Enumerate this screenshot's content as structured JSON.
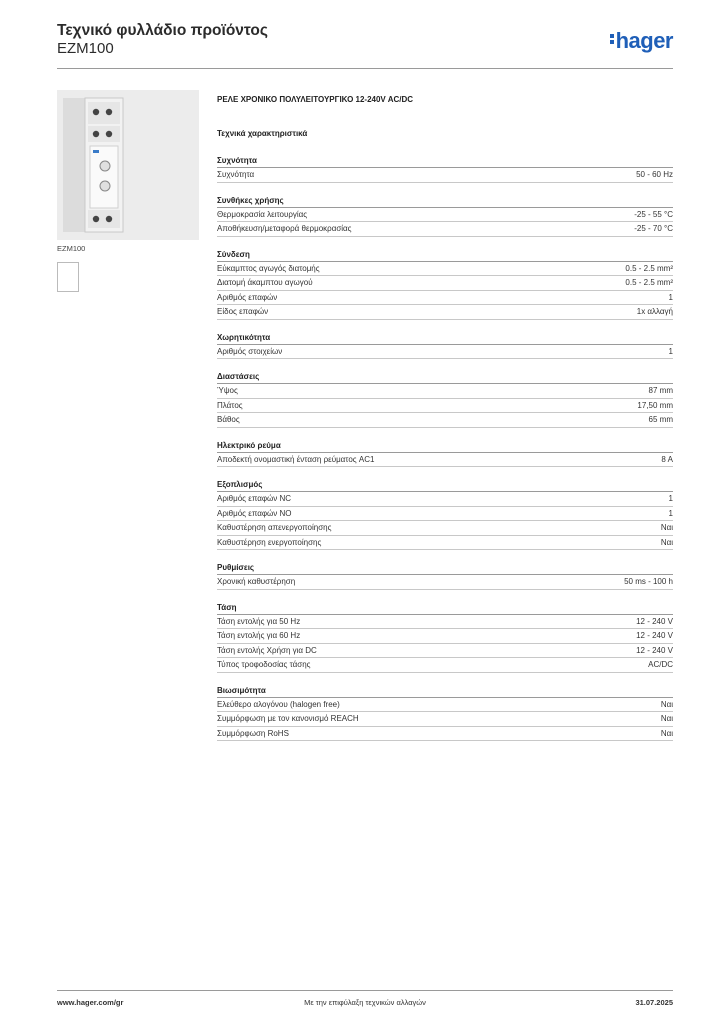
{
  "header": {
    "title": "Τεχνικό φυλλάδιο προϊόντος",
    "subtitle": "EZM100",
    "logo_text": "hager",
    "logo_color": "#1f5fb8"
  },
  "product": {
    "image_caption": "EZM100",
    "name": "ΡΕΛΕ ΧΡΟΝΙΚΟ ΠΟΛΥΛΕΙΤΟΥΡΓΙΚΟ 12-240V AC/DC"
  },
  "section_heading": "Τεχνικά χαρακτηριστικά",
  "groups": [
    {
      "title": "Συχνότητα",
      "rows": [
        {
          "label": "Συχνότητα",
          "value": "50 - 60 Hz"
        }
      ]
    },
    {
      "title": "Συνθήκες χρήσης",
      "rows": [
        {
          "label": "Θερμοκρασία λειτουργίας",
          "value": "-25 - 55 °C"
        },
        {
          "label": "Αποθήκευση/μεταφορά θερμοκρασίας",
          "value": "-25 - 70 °C"
        }
      ]
    },
    {
      "title": "Σύνδεση",
      "rows": [
        {
          "label": "Εύκαμπτος αγωγός διατομής",
          "value": "0.5 - 2.5 mm²"
        },
        {
          "label": "Διατομή άκαμπτου αγωγού",
          "value": "0.5 - 2.5 mm²"
        },
        {
          "label": "Αριθμός επαφών",
          "value": "1"
        },
        {
          "label": "Είδος επαφών",
          "value": "1x αλλαγή"
        }
      ]
    },
    {
      "title": "Χωρητικότητα",
      "rows": [
        {
          "label": "Αριθμός στοιχείων",
          "value": "1"
        }
      ]
    },
    {
      "title": "Διαστάσεις",
      "rows": [
        {
          "label": "Ύψος",
          "value": "87 mm"
        },
        {
          "label": "Πλάτος",
          "value": "17,50 mm"
        },
        {
          "label": "Βάθος",
          "value": "65 mm"
        }
      ]
    },
    {
      "title": "Ηλεκτρικό ρεύμα",
      "rows": [
        {
          "label": "Αποδεκτή ονομαστική ένταση ρεύματος AC1",
          "value": "8 A"
        }
      ]
    },
    {
      "title": "Εξοπλισμός",
      "rows": [
        {
          "label": "Αριθμός επαφών NC",
          "value": "1"
        },
        {
          "label": "Αριθμός επαφών NO",
          "value": "1"
        },
        {
          "label": "Καθυστέρηση απενεργοποίησης",
          "value": "Ναι"
        },
        {
          "label": "Καθυστέρηση ενεργοποίησης",
          "value": "Ναι"
        }
      ]
    },
    {
      "title": "Ρυθμίσεις",
      "rows": [
        {
          "label": "Χρονική καθυστέρηση",
          "value": "50 ms - 100 h"
        }
      ]
    },
    {
      "title": "Τάση",
      "rows": [
        {
          "label": "Τάση εντολής για 50 Hz",
          "value": "12 - 240 V"
        },
        {
          "label": "Τάση εντολής για 60 Hz",
          "value": "12 - 240 V"
        },
        {
          "label": "Τάση εντολής Χρήση για DC",
          "value": "12 - 240 V"
        },
        {
          "label": "Τύπος τροφοδοσίας τάσης",
          "value": "AC/DC"
        }
      ]
    },
    {
      "title": "Βιωσιμότητα",
      "rows": [
        {
          "label": "Ελεύθερο αλογόνου (halogen free)",
          "value": "Ναι"
        },
        {
          "label": "Συμμόρφωση με τον κανονισμό REACH",
          "value": "Ναι"
        },
        {
          "label": "Συμμόρφωση RoHS",
          "value": "Ναι"
        }
      ]
    }
  ],
  "footer": {
    "url": "www.hager.com/gr",
    "note": "Με την επιφύλαξη τεχνικών αλλαγών",
    "date": "31.07.2025"
  }
}
